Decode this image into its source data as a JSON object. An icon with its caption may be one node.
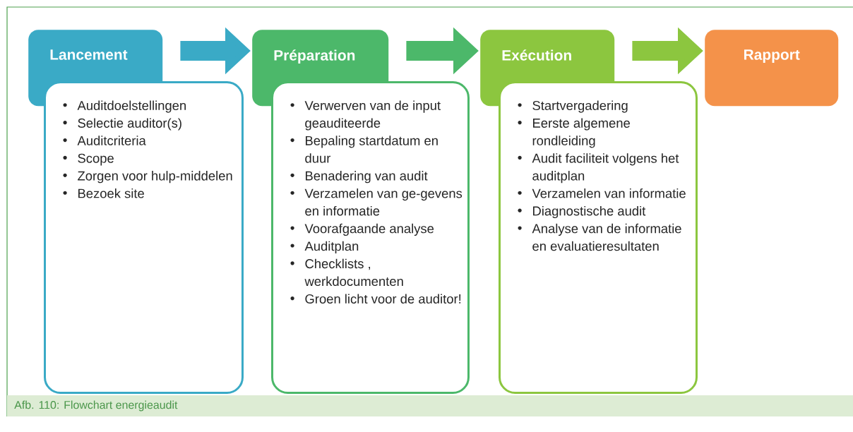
{
  "diagram": {
    "caption": "Afb. 110: Flowchart energieaudit",
    "nodes": [
      {
        "text": [
          "Lancement"
        ]
      },
      {
        "text": [
          "Auditdoelstellingen",
          "Selectie auditor(s)",
          "Auditcriteria",
          "Scope",
          "Zorgen voor hulp-middelen",
          "Bezoek site"
        ]
      },
      {
        "text": [
          "Préparation"
        ]
      },
      {
        "text": [
          "Verwerven van de input geauditeerde",
          "Bepaling startdatum en duur",
          "Benadering van audit",
          "Verzamelen van ge-gevens en informatie",
          "Voorafgaande analyse",
          "Auditplan",
          "Checklists , werkdocumenten",
          "Groen licht voor de auditor!"
        ]
      },
      {
        "text": [
          "Exécution"
        ]
      },
      {
        "text": [
          "Startvergadering",
          "Eerste algemene rondleiding",
          "Audit faciliteit volgens het auditplan",
          "Verzamelen van informatie",
          "Diagnostische audit",
          "Analyse van de informatie en evaluatieresultaten"
        ]
      },
      {
        "text": [
          "Rapport"
        ]
      }
    ],
    "edges": [
      {
        "from": 0,
        "to": 2,
        "arrow": "to",
        "color": "#3aaac6"
      },
      {
        "from": 2,
        "to": 4,
        "arrow": "to",
        "color": "#4cb86a"
      },
      {
        "from": 4,
        "to": 6,
        "arrow": "to",
        "color": "#8cc63f"
      }
    ]
  }
}
